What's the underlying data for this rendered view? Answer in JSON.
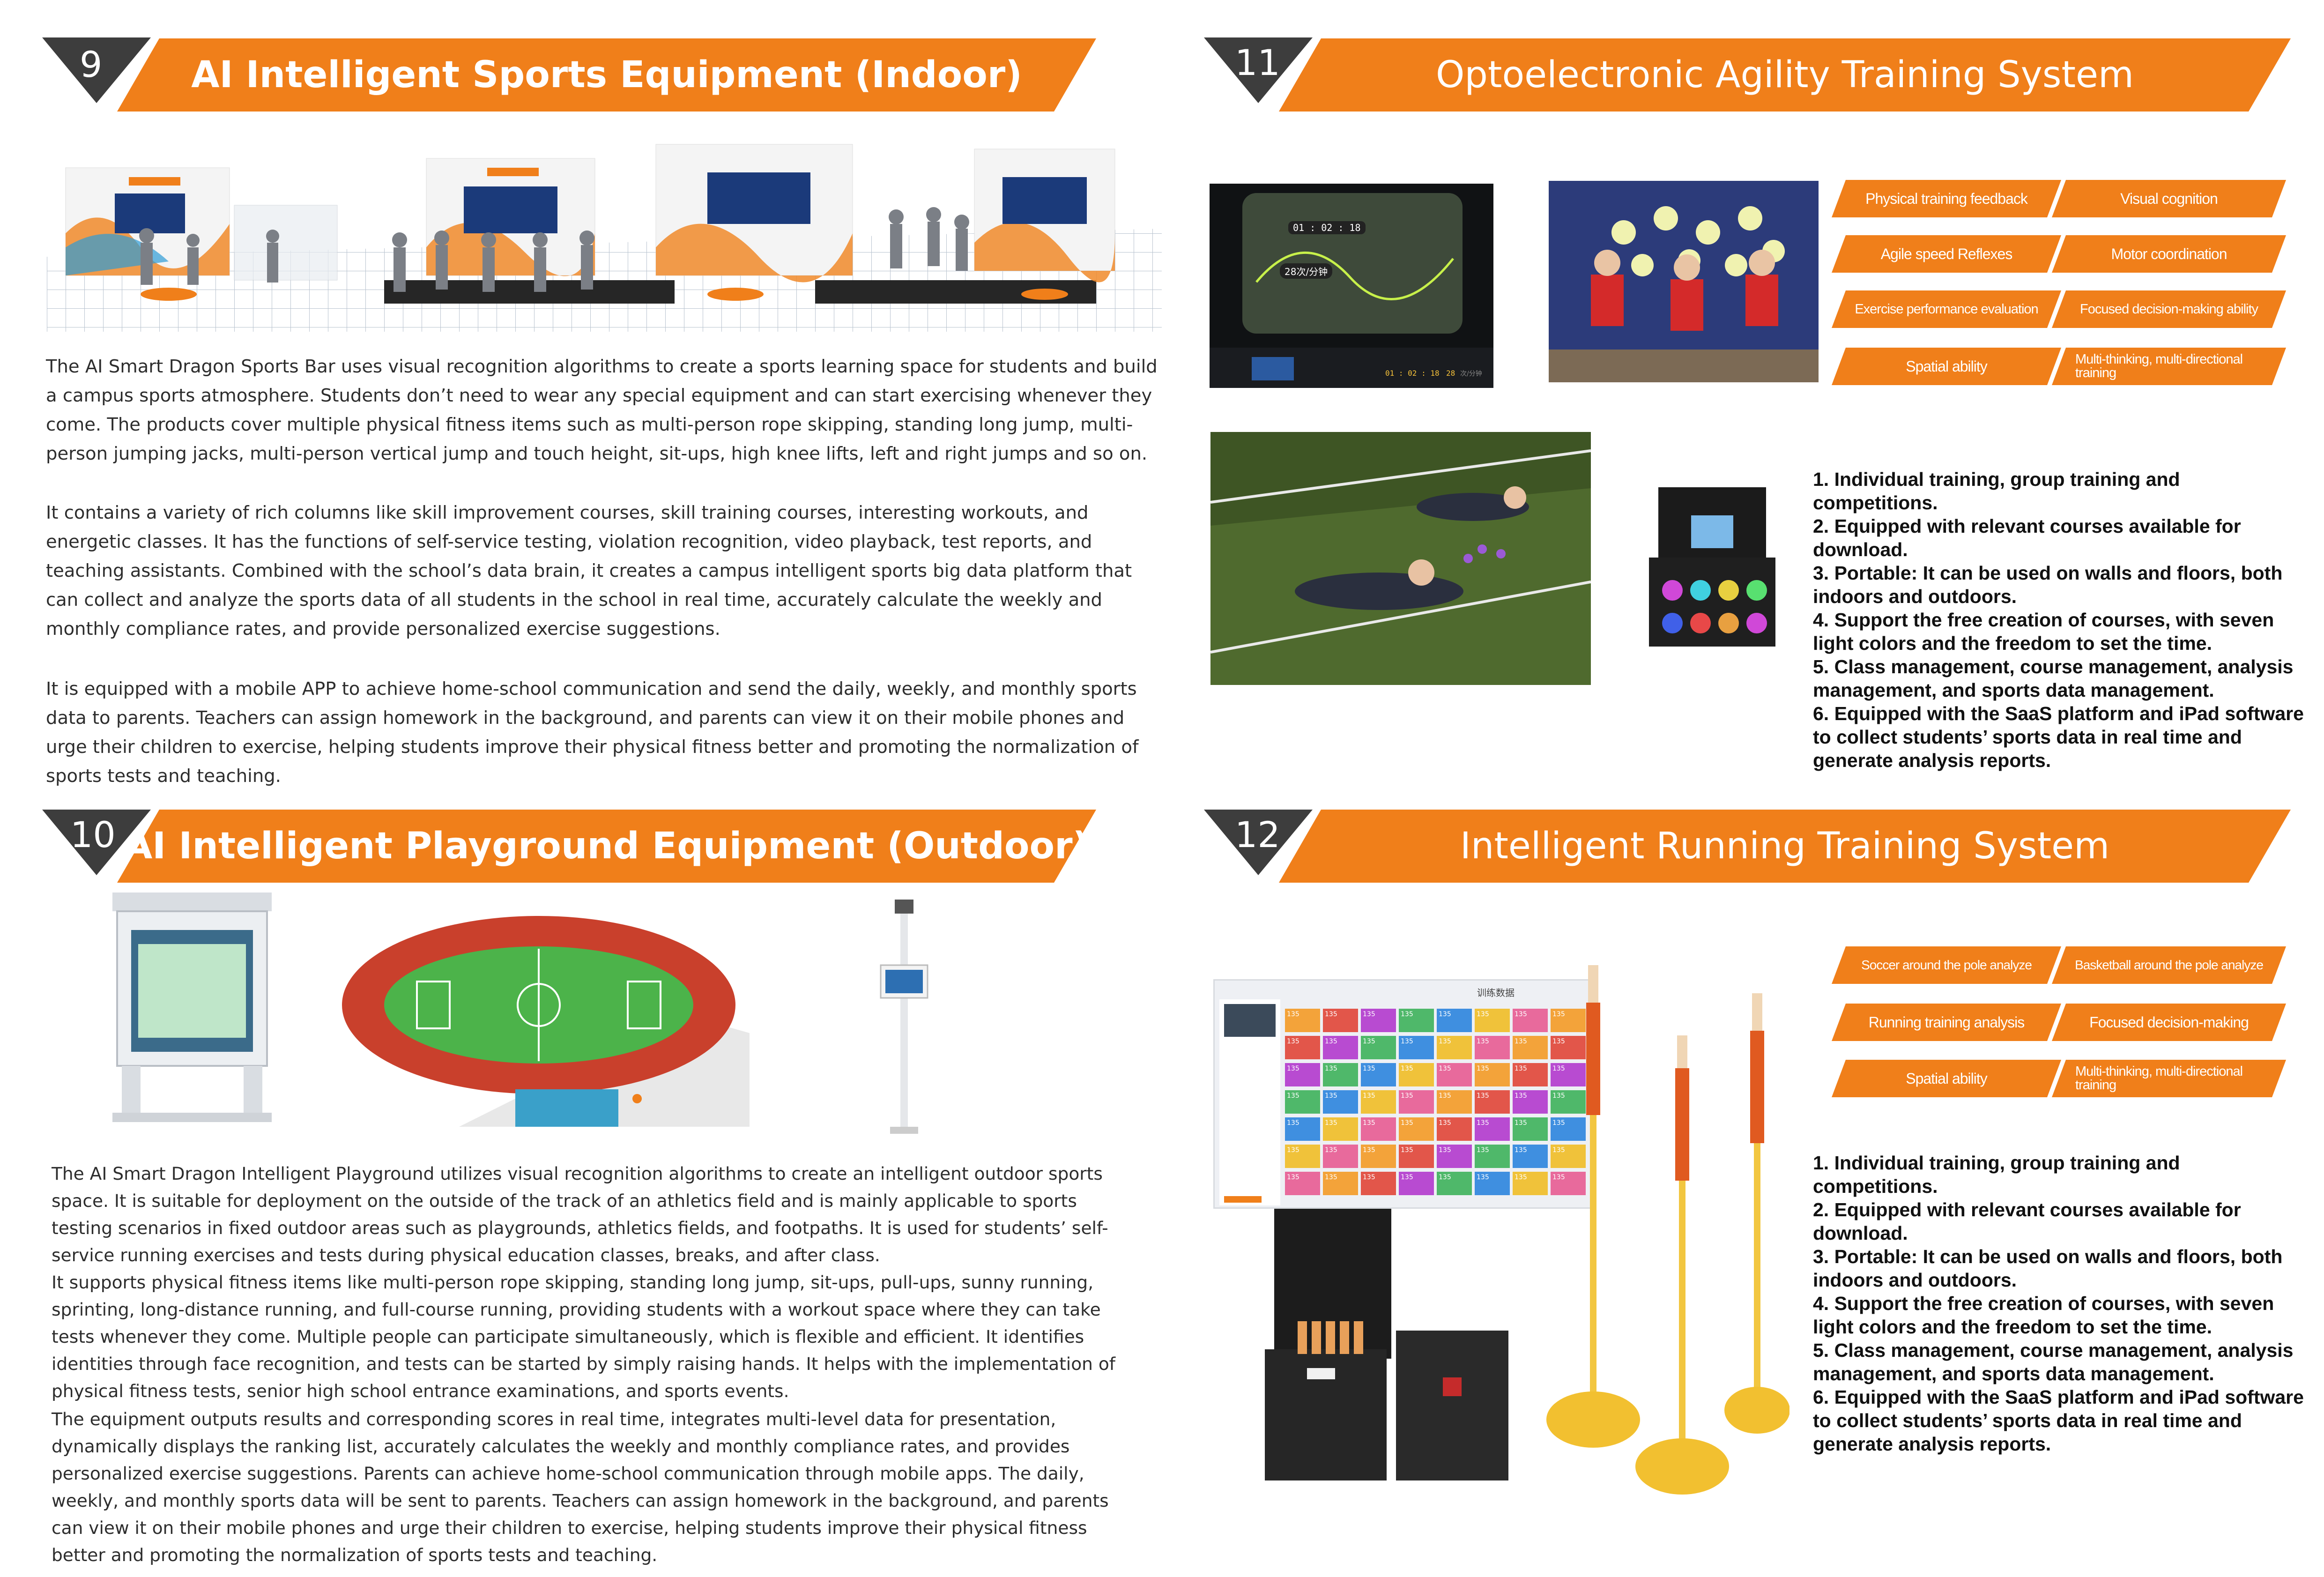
{
  "sections": [
    {
      "number": "9",
      "title": "AI Intelligent Sports Equipment (Indoor)",
      "paragraphs": [
        "The AI Smart Dragon Sports Bar uses visual recognition algorithms to create a sports learning space for students and build a campus sports atmosphere. Students don’t need to wear any special equipment and can start exercising whenever they come. The products cover multiple physical fitness items such as multi-person rope skipping, standing long jump, multi-person jumping jacks, multi-person vertical jump and touch height, sit-ups, high knee lifts, left and right jumps and so on.",
        "It contains a variety of rich columns like skill improvement courses, skill training courses, interesting workouts, and energetic classes. It has the functions of self-service testing, violation recognition, video playback, test reports, and teaching assistants. Combined with the school’s data brain, it creates a campus intelligent sports big data platform that can collect and analyze the sports data of all students in the school in real time, accurately calculate the weekly and monthly compliance rates, and provide personalized exercise suggestions.",
        "It is equipped with a mobile APP to achieve home-school communication and send the daily, weekly, and monthly sports data to parents. Teachers can assign homework in the background, and parents can view it on their mobile phones and urge their children to exercise, helping students improve their physical fitness better and promoting the normalization of sports tests and teaching."
      ]
    },
    {
      "number": "10",
      "title": "AI Intelligent Playground Equipment (Outdoor)",
      "paragraphs": [
        "The AI Smart Dragon Intelligent Playground utilizes visual recognition algorithms to create an intelligent outdoor sports space. It is suitable for deployment on the outside of the track of an athletics field and is mainly applicable to sports testing scenarios in fixed outdoor areas such as playgrounds, athletics fields, and footpaths. It is used for students’ self-service running exercises and tests during physical education classes, breaks, and after class.",
        "It supports physical fitness items like multi-person rope skipping, standing long jump, sit-ups, pull-ups, sunny running, sprinting, long-distance running, and full-course running, providing students with a workout space where they can take tests whenever they come. Multiple people can participate simultaneously, which is flexible and efficient. It identifies identities through face recognition, and tests can be started by simply raising hands. It helps with the implementation of physical fitness tests, senior high school entrance examinations, and sports events.",
        "The equipment outputs results and corresponding scores in real time, integrates multi-level data for presentation, dynamically displays the ranking list, accurately calculates the weekly and monthly compliance rates, and provides personalized exercise suggestions. Parents can achieve home-school communication through mobile apps. The daily, weekly, and monthly sports data will be sent to parents. Teachers can assign homework in the background, and parents can view it on their mobile phones and urge their children to exercise, helping students improve their physical fitness better and promoting the normalization of sports tests and teaching."
      ]
    },
    {
      "number": "11",
      "title": "Optoelectronic Agility Training System",
      "tags": [
        "Physical training feedback",
        "Visual cognition",
        "Agile speed Reflexes",
        "Motor coordination",
        "Exercise performance evaluation",
        "Focused decision-making ability",
        "Spatial ability",
        "Multi-thinking, multi-directional training"
      ],
      "features": [
        "1. Individual training, group training and competitions.",
        "2. Equipped with relevant courses available for download.",
        "3. Portable: It can be used on walls and floors, both indoors and outdoors.",
        "4. Support the free creation of courses, with seven light colors and the freedom to set the time.",
        "5. Class management, course management, analysis management, and sports data management.",
        "6. Equipped with the SaaS platform and iPad software to collect students’ sports data in real time and generate analysis reports."
      ],
      "tablet": {
        "timer": "01 : 02 : 18",
        "rate": "28次/分钟",
        "clock_a": "01 : 02 : 18",
        "clock_b": "28",
        "unit": "次/分钟"
      }
    },
    {
      "number": "12",
      "title": "Intelligent Running Training System",
      "tags": [
        "Soccer around the pole analyze",
        "Basketball around the pole analyze",
        "Running training analysis",
        "Focused decision-making",
        "Spatial ability",
        "Multi-thinking, multi-directional training"
      ],
      "features": [
        "1. Individual training, group training and competitions.",
        "2. Equipped with relevant courses available for download.",
        "3. Portable: It can be used on walls and floors, both indoors and outdoors.",
        "4. Support the free creation of courses, with seven light colors and the freedom to set the time.",
        "5. Class management, course management, analysis management, and sports data management.",
        "6. Equipped with the SaaS platform and iPad software to collect students’ sports data in real time and generate analysis reports."
      ],
      "screen_title": "训练数据",
      "cell_value": "135"
    }
  ],
  "colors": {
    "accent": "#f07f1a",
    "number_tab": "#3d3d3d"
  },
  "icons": [
    "indoor-kiosk-illustration",
    "outdoor-kiosk-illustration",
    "track-field-illustration",
    "pole-camera-illustration",
    "tablet-screen",
    "wall-lights-photo",
    "floor-training-photo",
    "light-case-photo",
    "running-screen",
    "pole-case-photo",
    "agility-poles-photo"
  ]
}
